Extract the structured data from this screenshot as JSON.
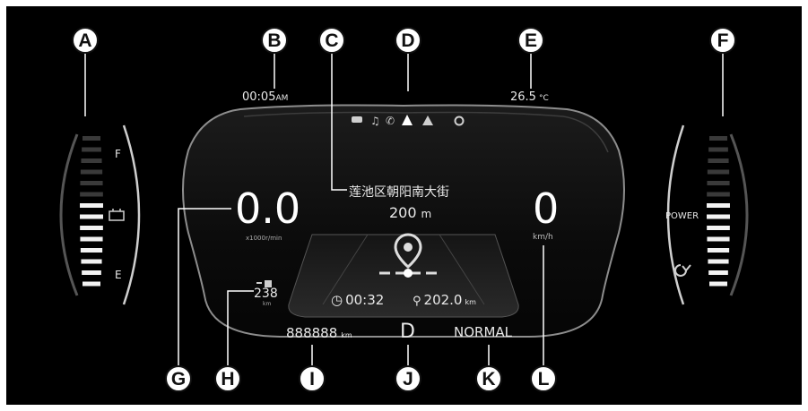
{
  "cluster": {
    "clock": {
      "time": "00:05",
      "ampm": "AM"
    },
    "temperature": {
      "value": "26.5",
      "unit": "°C"
    },
    "status_icons": [
      "car-icon",
      "music-icon",
      "phone-icon",
      "navigation-icon",
      "warning-icon",
      "settings-icon"
    ],
    "navigation": {
      "street": "莲池区朝阳南大街",
      "distance_value": "200",
      "distance_unit": "m"
    },
    "tachometer": {
      "value": "0.0",
      "unit": "x1000r/min"
    },
    "speedometer": {
      "value": "0",
      "unit": "km/h"
    },
    "range": {
      "value": "238",
      "unit": "km"
    },
    "trip": {
      "time": "00:32",
      "distance_value": "202.0",
      "distance_unit": "km"
    },
    "odometer": {
      "value": "888888",
      "unit": "km"
    },
    "gear": "D",
    "drive_mode": "NORMAL",
    "battery_gauge": {
      "full_label": "F",
      "empty_label": "E",
      "level_fraction": 0.6
    },
    "power_gauge": {
      "label": "POWER",
      "level_fraction": 0.55
    },
    "colors": {
      "background": "#000000",
      "text": "#e9e9e9",
      "outline": "#8d8d8d"
    }
  },
  "callouts": [
    "A",
    "B",
    "C",
    "D",
    "E",
    "F",
    "G",
    "H",
    "I",
    "J",
    "K",
    "L"
  ]
}
